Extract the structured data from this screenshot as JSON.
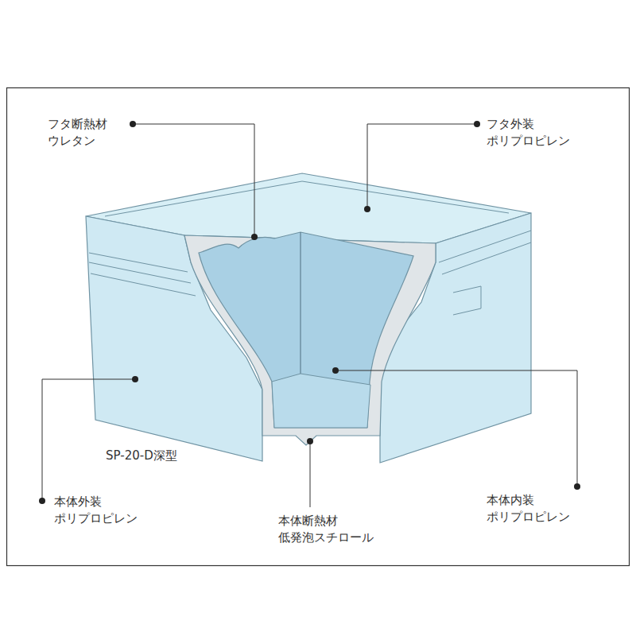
{
  "diagram": {
    "labels": [
      "フタ断熱材 ウレタン",
      "フタ外装 ポリプロピレン",
      "SP-20-D深型",
      "本体外装 ポリプロピレン",
      "本体断熱材 低発泡スチロール",
      "本体内装 ポリプロピレン"
    ]
  }
}
